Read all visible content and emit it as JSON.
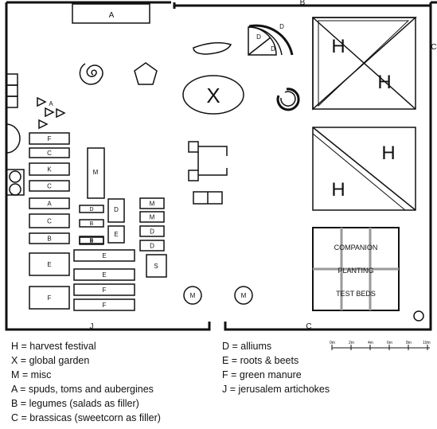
{
  "plan": {
    "edge_labels": {
      "top": "B",
      "right": "C",
      "bottom_left": "J",
      "bottom_right": "C"
    },
    "top_bed": "A",
    "plot_codes": {
      "h": "H",
      "x": "X",
      "d": "D",
      "m": "M",
      "a": "A",
      "b": "B",
      "c": "C",
      "e": "E",
      "f": "F",
      "k": "K",
      "s": "S"
    },
    "test_beds": [
      "COMPANION",
      "PLANTING",
      "TEST BEDS"
    ]
  },
  "legend_left": [
    "H = harvest festival",
    "X = global garden",
    "M = misc",
    "A = spuds, toms and aubergines",
    "B = legumes (salads as filler)",
    "C = brassicas (sweetcorn as filler)"
  ],
  "legend_right": [
    "D = alliums",
    "E = roots & beets",
    "F = green manure",
    "J = jerusalem artichokes"
  ],
  "scale": [
    "0m",
    "2m",
    "4m",
    "6m",
    "8m",
    "10m"
  ]
}
